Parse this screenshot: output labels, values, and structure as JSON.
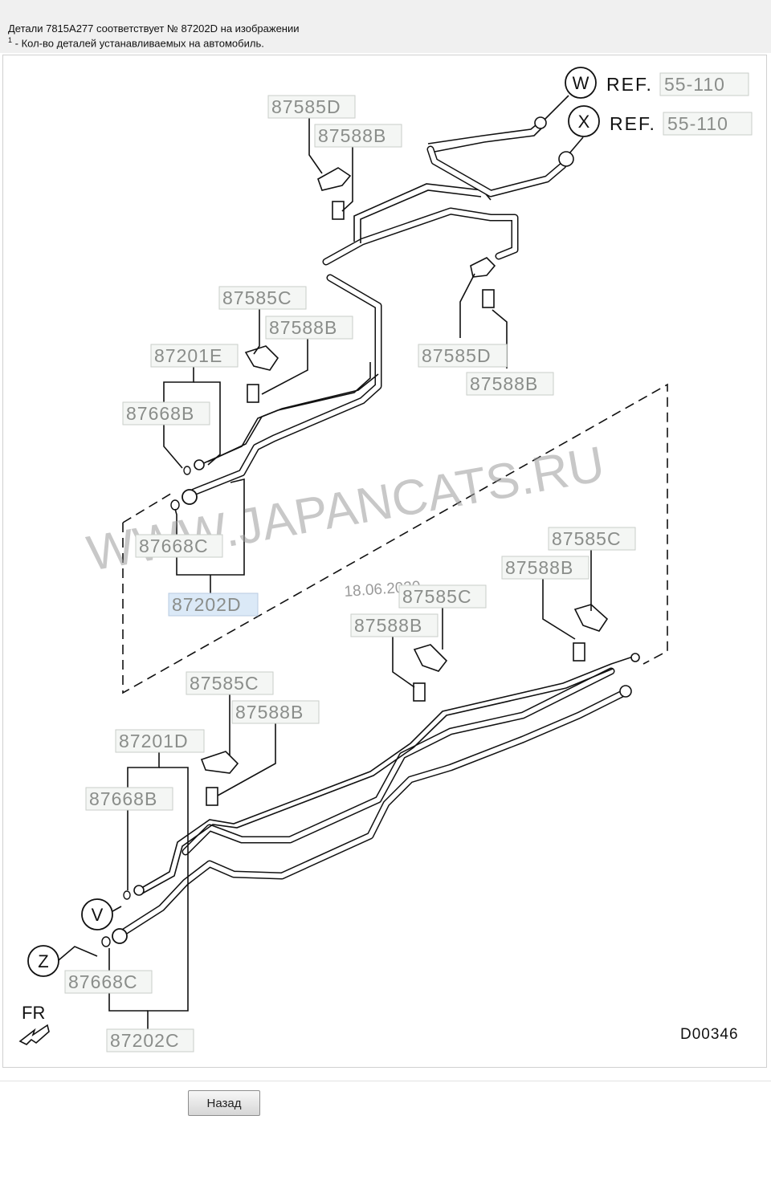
{
  "header": {
    "line1": "Детали 7815A277 соответствует № 87202D на изображении",
    "footnote_mark": "1",
    "line2": " - Кол-во деталей устанавливаемых на автомобиль."
  },
  "diagram": {
    "labels": {
      "ref_w_letter": "W",
      "ref_x_letter": "X",
      "ref_w_text": "REF.",
      "ref_w_num": "55-110",
      "ref_x_text": "REF.",
      "ref_x_num": "55-110",
      "p87585d_top": "87585D",
      "p87588b_top": "87588B",
      "p87585c_mid": "87585C",
      "p87588b_mid": "87588B",
      "p87201e": "87201E",
      "p87668b_upper": "87668B",
      "p87668c_upper": "87668C",
      "p87202d": "87202D",
      "p87585d_right": "87585D",
      "p87588b_right": "87588B",
      "p87585c_r2": "87585C",
      "p87588b_r2": "87588B",
      "p87585c_c2": "87585C",
      "p87588b_c2": "87588B",
      "p87585c_low": "87585C",
      "p87588b_low": "87588B",
      "p87201d": "87201D",
      "p87668b_lower": "87668B",
      "v_letter": "V",
      "z_letter": "Z",
      "p87668c_lower": "87668C",
      "p87202c": "87202C",
      "fr": "FR",
      "diagram_code": "D00346"
    },
    "watermark": "WWW.JAPANCATS.RU",
    "date": "18.06.2020",
    "highlight_color": "#dbe9f7"
  },
  "footer": {
    "back_label": "Назад"
  }
}
